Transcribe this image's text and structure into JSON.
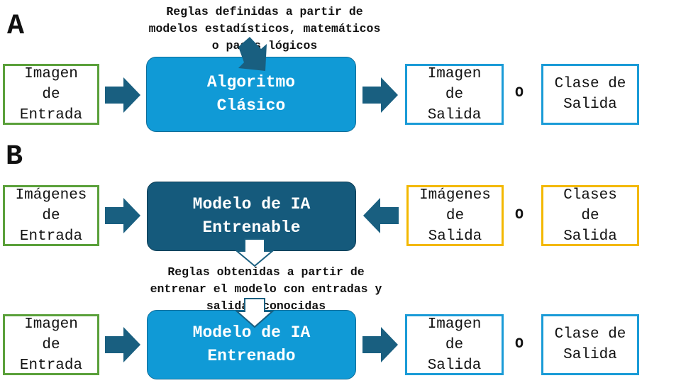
{
  "sections": {
    "a": "A",
    "b": "B"
  },
  "row_a": {
    "input": [
      "Imagen",
      "de",
      "Entrada"
    ],
    "process": [
      "Algoritmo",
      "Clásico"
    ],
    "output_image": [
      "Imagen",
      "de",
      "Salida"
    ],
    "or": "O",
    "output_class": [
      "Clase de",
      "Salida"
    ],
    "note": [
      "Reglas definidas a partir de",
      "modelos estadísticos, matemáticos",
      "o pasos lógicos"
    ]
  },
  "row_b1": {
    "input": [
      "Imágenes",
      "de",
      "Entrada"
    ],
    "process": [
      "Modelo de IA",
      "Entrenable"
    ],
    "output_image": [
      "Imágenes",
      "de",
      "Salida"
    ],
    "or": "O",
    "output_class": [
      "Clases",
      "de",
      "Salida"
    ]
  },
  "row_b_note": [
    "Reglas obtenidas a partir de",
    "entrenar el modelo con entradas y",
    "salidas conocidas"
  ],
  "row_b2": {
    "input": [
      "Imagen",
      "de",
      "Entrada"
    ],
    "process": [
      "Modelo de IA",
      "Entrenado"
    ],
    "output_image": [
      "Imagen",
      "de",
      "Salida"
    ],
    "or": "O",
    "output_class": [
      "Clase de",
      "Salida"
    ]
  },
  "colors": {
    "input_border": "#5aa03a",
    "output_border_blue": "#1a9bd7",
    "output_border_yellow": "#f3b800",
    "process_light": "#109ad6",
    "process_dark": "#155a7c",
    "arrow": "#195f80"
  }
}
